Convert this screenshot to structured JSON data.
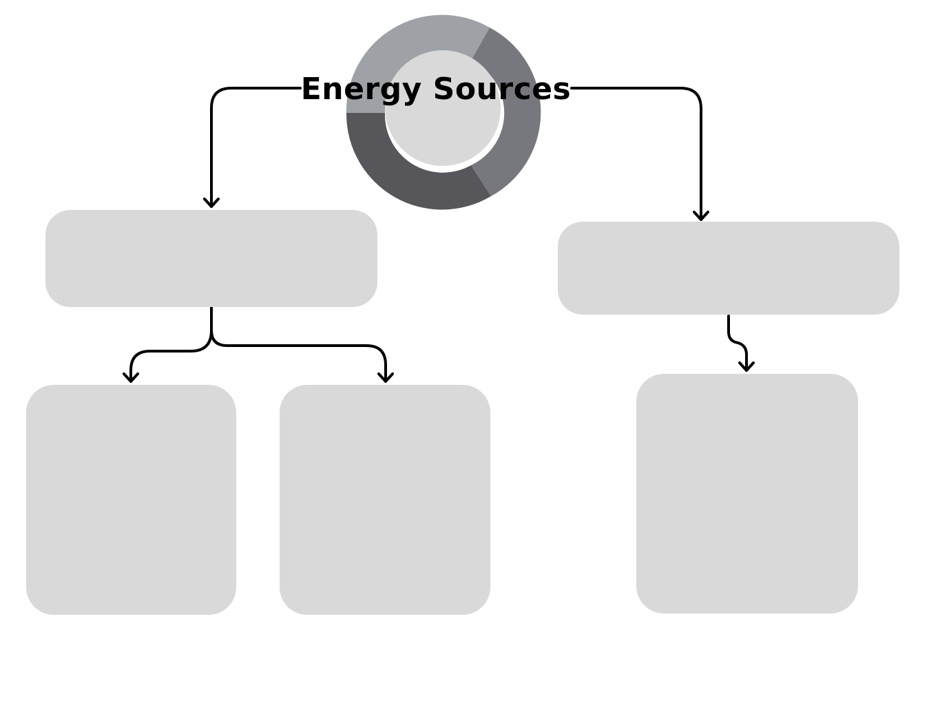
{
  "title": "Energy Sources",
  "colors": {
    "background": "#ffffff",
    "box_fill": "#d9d9d9",
    "ring_light": "#9ea2a6",
    "ring_mid": "#77787d",
    "ring_dark": "#56565b",
    "ring_center": "#d9d9d9",
    "connector": "#000000"
  },
  "boxes": [
    {
      "id": "left-mid-box",
      "text": ""
    },
    {
      "id": "right-mid-box",
      "text": ""
    },
    {
      "id": "bottom-left-box",
      "text": ""
    },
    {
      "id": "bottom-center-box",
      "text": ""
    },
    {
      "id": "bottom-right-box",
      "text": ""
    }
  ]
}
